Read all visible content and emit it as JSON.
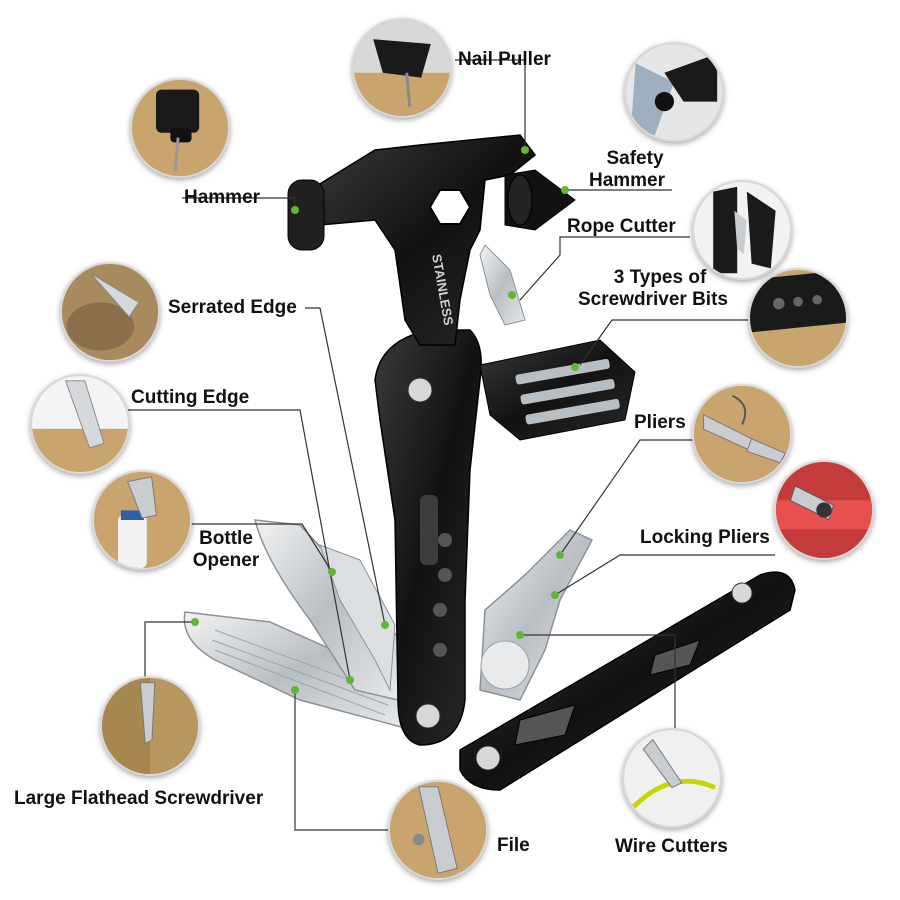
{
  "labels": {
    "nail_puller": "Nail Puller",
    "hammer": "Hammer",
    "safety_hammer_1": "Safety",
    "safety_hammer_2": "Hammer",
    "rope_cutter": "Rope Cutter",
    "screwdriver_bits_1": "3 Types of",
    "screwdriver_bits_2": "Screwdriver Bits",
    "serrated_edge": "Serrated Edge",
    "cutting_edge": "Cutting Edge",
    "pliers": "Pliers",
    "bottle_opener_1": "Bottle",
    "bottle_opener_2": "Opener",
    "locking_pliers": "Locking Pliers",
    "large_flathead": "Large Flathead Screwdriver",
    "file": "File",
    "wire_cutters": "Wire Cutters"
  },
  "tool_engraving": "STAINLESS",
  "colors": {
    "tool_body": "#161616",
    "steel": "#c9cdd2",
    "leader_line": "#333333",
    "dot": "#5fb832",
    "wood": "#c9a56d"
  },
  "icons": [
    "nail-puller-photo",
    "hammer-photo",
    "safety-hammer-photo",
    "rope-cutter-photo",
    "screwdriver-bits-photo",
    "serrated-edge-photo",
    "cutting-edge-photo",
    "pliers-photo",
    "bottle-opener-photo",
    "locking-pliers-photo",
    "large-flathead-photo",
    "file-photo",
    "wire-cutters-photo",
    "multitool-image"
  ]
}
